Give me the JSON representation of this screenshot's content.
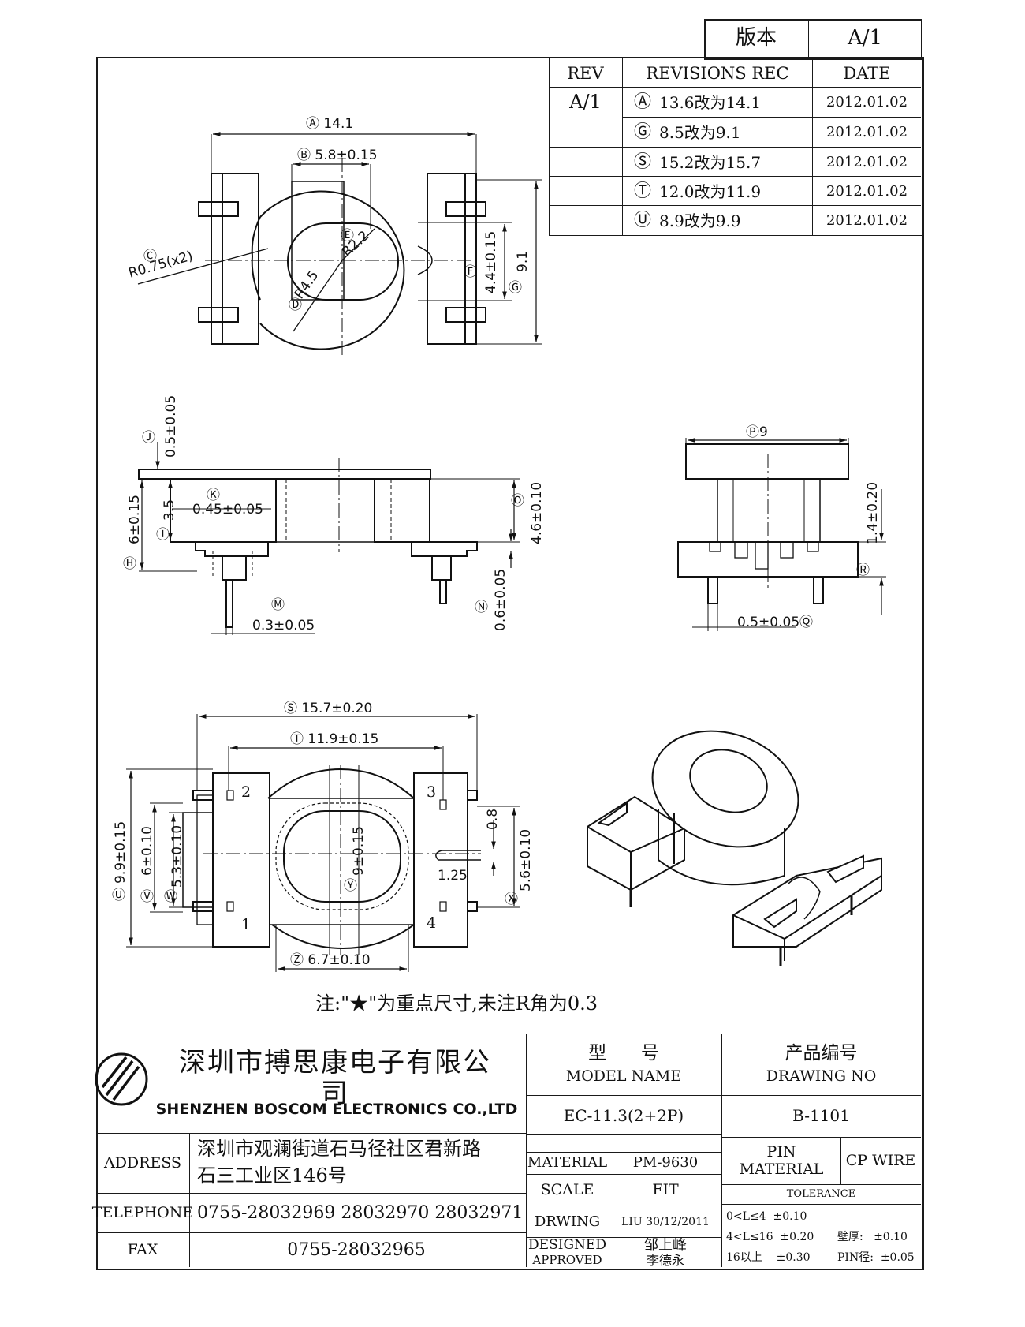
{
  "version_box": {
    "label": "版本",
    "value": "A/1"
  },
  "revisions": {
    "headers": {
      "rev": "REV",
      "rec": "REVISIONS REC",
      "date": "DATE"
    },
    "rev_value": "A/1",
    "rows": [
      {
        "mark": "Ⓐ",
        "text": "13.6改为14.1",
        "date": "2012.01.02"
      },
      {
        "mark": "Ⓖ",
        "text": "8.5改为9.1",
        "date": "2012.01.02"
      },
      {
        "mark": "Ⓢ",
        "text": "15.2改为15.7",
        "date": "2012.01.02"
      },
      {
        "mark": "Ⓣ",
        "text": "12.0改为11.9",
        "date": "2012.01.02"
      },
      {
        "mark": "Ⓤ",
        "text": "8.9改为9.9",
        "date": "2012.01.02"
      }
    ]
  },
  "top_view": {
    "dim_a": "Ⓐ 14.1",
    "dim_b": "Ⓑ 5.8±0.15",
    "dim_c_mark": "Ⓒ",
    "dim_c": "R0.75(x2)",
    "dim_d_mark": "Ⓓ",
    "dim_d": "R4.5",
    "dim_e_mark": "Ⓔ",
    "dim_e": "R2.2",
    "dim_f_mark": "Ⓕ",
    "dim_f": "4.4±0.15",
    "dim_g_mark": "Ⓖ",
    "dim_g": "9.1"
  },
  "side_view": {
    "dim_j_mark": "Ⓙ",
    "dim_j": "0.5±0.05",
    "dim_k_mark": "Ⓚ",
    "dim_k": "0.45±0.05",
    "dim_h_mark": "Ⓗ",
    "dim_h": "6±0.15",
    "dim_i_mark": "Ⓘ",
    "dim_i": "3.5",
    "dim_o_mark": "Ⓞ",
    "dim_o": "4.6±0.10",
    "dim_m_mark": "Ⓜ",
    "dim_m": "0.3±0.05",
    "dim_n_mark": "Ⓝ",
    "dim_n": "0.6±0.05"
  },
  "end_view": {
    "dim_p": "Ⓟ9",
    "dim_r_mark": "Ⓡ",
    "dim_r": "1.4±0.20",
    "dim_q": "0.5±0.05",
    "dim_q_mark": "Ⓠ"
  },
  "bottom_view": {
    "dim_s": "Ⓢ 15.7±0.20",
    "dim_t": "Ⓣ 11.9±0.15",
    "dim_u_mark": "Ⓤ",
    "dim_u": "9.9±0.15",
    "dim_v_mark": "Ⓥ",
    "dim_v": "6±0.10",
    "dim_w_mark": "Ⓦ",
    "dim_w": "5.3±0.10",
    "dim_y_mark": "Ⓨ",
    "dim_y": "9±0.15",
    "dim_x_mark": "Ⓧ",
    "dim_x": "5.6±0.10",
    "dim_08": "0.8",
    "dim_125": "1.25",
    "dim_z": "Ⓩ 6.7±0.10",
    "pins": [
      "1",
      "2",
      "3",
      "4"
    ]
  },
  "note": "注:\"★\"为重点尺寸,未注R角为0.3",
  "title_block": {
    "company_cn": "深圳市搏思康电子有限公司",
    "company_en": "SHENZHEN BOSCOM ELECTRONICS CO.,LTD",
    "address_label": "ADDRESS",
    "address_line1": "深圳市观澜街道石马径社区君新路",
    "address_line2": "石三工业区146号",
    "telephone_label": "TELEPHONE",
    "telephone": "0755-28032969 28032970 28032971",
    "fax_label": "FAX",
    "fax": "0755-28032965",
    "model_name_cn": "型      号",
    "model_name_en": "MODEL NAME",
    "model_value": "EC-11.3(2+2P)",
    "drawing_no_cn": "产品编号",
    "drawing_no_en": "DRAWING NO",
    "drawing_no": "B-1101",
    "material_label": "MATERIAL",
    "material": "PM-9630",
    "scale_label": "SCALE",
    "scale": "FIT",
    "drawing_label": "DRWING",
    "drawing_by": "LIU 30/12/2011",
    "designed_label": "DESIGNED",
    "designed_by": "邹上峰",
    "approved_label": "APPROVED",
    "approved_by": "李德永",
    "pin_material_label": "PIN MATERIAL",
    "pin_material": "CP WIRE",
    "tolerance_label": "TOLERANCE",
    "tol_1": "0<L≤4  ±0.10",
    "tol_2": "4<L≤16  ±0.20",
    "tol_3": "16以上    ±0.30",
    "tol_wall": "壁厚:   ±0.10",
    "tol_pin": "PIN径:  ±0.05"
  }
}
